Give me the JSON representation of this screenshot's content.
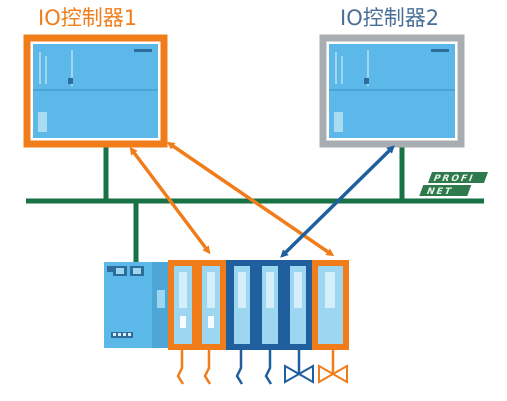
{
  "controllers": [
    {
      "label": "IO控制器1",
      "color": "#f07d1a"
    },
    {
      "label": "IO控制器2",
      "color": "#4a6f96"
    }
  ],
  "network": {
    "logo_line1": "PROFI",
    "logo_line2": "NET",
    "bus_color": "#177245"
  },
  "colors": {
    "orange": "#f07d1a",
    "blue": "#1f5f9e",
    "screen": "#5bb8e8",
    "gray_frame": "#a8adb2",
    "module_light": "#9dd6f0"
  }
}
